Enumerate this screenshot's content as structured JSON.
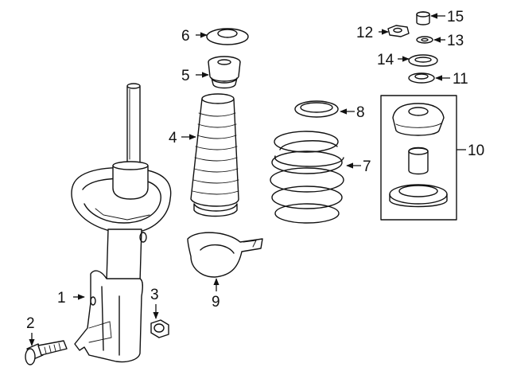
{
  "diagram": {
    "callouts": [
      {
        "id": "c1",
        "label": "1",
        "part": "strut-assembly"
      },
      {
        "id": "c2",
        "label": "2",
        "part": "bolt"
      },
      {
        "id": "c3",
        "label": "3",
        "part": "nut"
      },
      {
        "id": "c4",
        "label": "4",
        "part": "dust-boot"
      },
      {
        "id": "c5",
        "label": "5",
        "part": "bump-stop"
      },
      {
        "id": "c6",
        "label": "6",
        "part": "upper-seat"
      },
      {
        "id": "c7",
        "label": "7",
        "part": "coil-spring"
      },
      {
        "id": "c8",
        "label": "8",
        "part": "spring-insulator"
      },
      {
        "id": "c9",
        "label": "9",
        "part": "lower-insulator"
      },
      {
        "id": "c10",
        "label": "10",
        "part": "upper-mount-kit"
      },
      {
        "id": "c11",
        "label": "11",
        "part": "bearing"
      },
      {
        "id": "c12",
        "label": "12",
        "part": "top-nut"
      },
      {
        "id": "c13",
        "label": "13",
        "part": "washer"
      },
      {
        "id": "c14",
        "label": "14",
        "part": "retainer"
      },
      {
        "id": "c15",
        "label": "15",
        "part": "cap"
      }
    ]
  },
  "colors": {
    "ink": "#111111",
    "background": "#ffffff"
  }
}
